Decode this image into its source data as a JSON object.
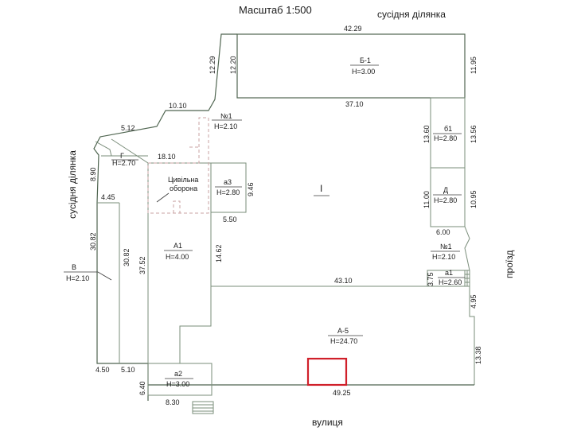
{
  "scale_title": "Масштаб  1:500",
  "neighbors": {
    "top": "сусідня ділянка",
    "left": "сусідня ділянка",
    "right": "проїзд",
    "bottom": "вулиця"
  },
  "rooms": {
    "b1": {
      "name": "Б-1",
      "height": "H=3.00"
    },
    "b1_small": {
      "name": "б1",
      "height": "H=2.80"
    },
    "d": {
      "name": "Д",
      "height": "H=2.80"
    },
    "n1_top": {
      "name": "№1",
      "height": "H=2.10"
    },
    "n1_right": {
      "name": "№1",
      "height": "H=2.10"
    },
    "g": {
      "name": "Г",
      "height": "H=2.70"
    },
    "a3": {
      "name": "а3",
      "height": "H=2.80"
    },
    "civil": {
      "line1": "Цивільна",
      "line2": "оборона"
    },
    "a1_big": {
      "name": "А1",
      "height": "H=4.00"
    },
    "v": {
      "name": "В",
      "height": "H=2.10"
    },
    "a1_small": {
      "name": "а1",
      "height": "H=2.60"
    },
    "a5": {
      "name": "А-5",
      "height": "H=24.70"
    },
    "a2": {
      "name": "а2",
      "height": "H=3.00"
    },
    "yard": {
      "name": "І"
    }
  },
  "dims": {
    "d4229": "42.29",
    "d1229": "12.29",
    "d1220": "12.20",
    "d1195": "11.95",
    "d3710": "37.10",
    "d1010": "10.10",
    "d512": "5.12",
    "d1810": "18.10",
    "d890": "8.90",
    "d445": "4.45",
    "d3082a": "30.82",
    "d3082b": "30.82",
    "d3752": "37.52",
    "d946": "9.46",
    "d550": "5.50",
    "d1462": "14.62",
    "d1360": "13.60",
    "d1356": "13.56",
    "d1100": "11.00",
    "d1095": "10.95",
    "d600": "6.00",
    "d4310": "43.10",
    "d375": "3.75",
    "d495": "4.95",
    "d1338": "13.38",
    "d450": "4.50",
    "d510": "5.10",
    "d640": "6.40",
    "d830": "8.30",
    "d4925": "49.25"
  },
  "colors": {
    "wall": "#7a8d7a",
    "dashed": "#c9a3a3",
    "highlight": "#d0202a",
    "text": "#1b1b1b"
  }
}
